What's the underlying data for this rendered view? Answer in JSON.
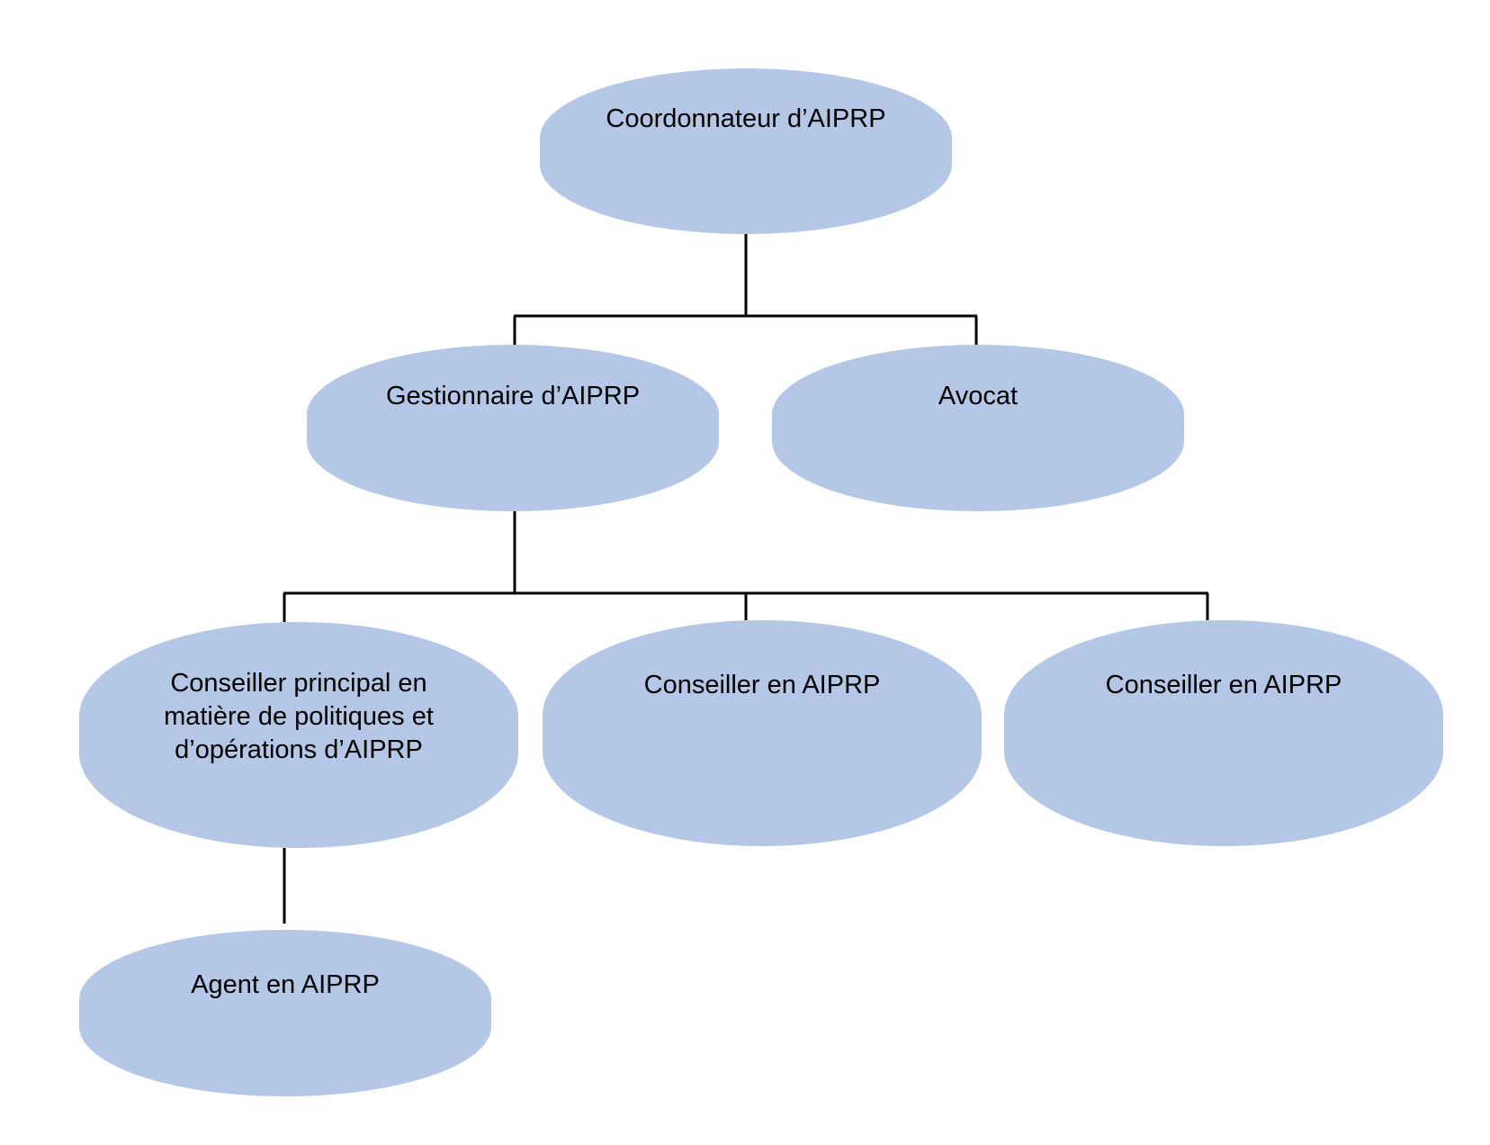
{
  "colors": {
    "node_fill": "#b4c7e6",
    "connector": "#000000",
    "background": "#ffffff",
    "text": "#000000"
  },
  "nodes": [
    {
      "id": "n1",
      "label": "Coordonnateur d’AIPRP",
      "parent": null
    },
    {
      "id": "n2",
      "label": "Gestionnaire d’AIPRP",
      "parent": "n1"
    },
    {
      "id": "n3",
      "label": "Avocat",
      "parent": "n1"
    },
    {
      "id": "n4",
      "label": "Conseiller principal en\nmatière de politiques et\nd’opérations d’AIPRP",
      "parent": "n2"
    },
    {
      "id": "n5",
      "label": "Conseiller en AIPRP",
      "parent": "n2"
    },
    {
      "id": "n6",
      "label": "Conseiller en AIPRP",
      "parent": "n2"
    },
    {
      "id": "n7",
      "label": "Agent en AIPRP",
      "parent": "n4"
    }
  ]
}
